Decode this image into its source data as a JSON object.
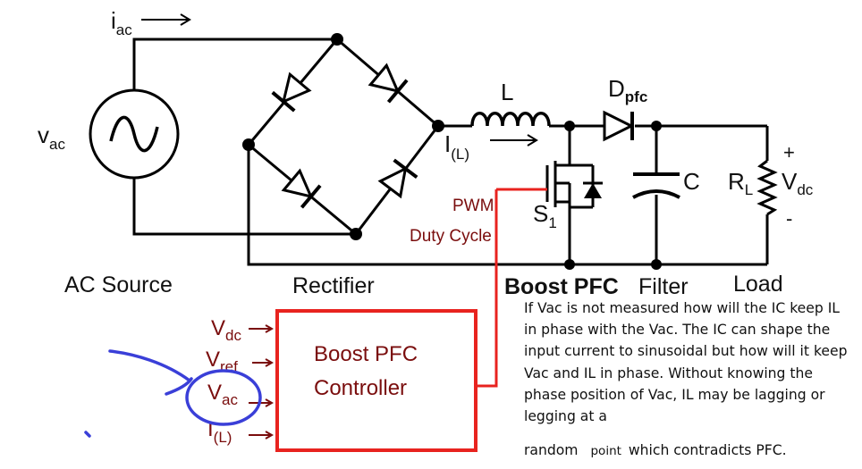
{
  "labels": {
    "iac_main": "i",
    "iac_sub": "ac",
    "vac_main": "v",
    "vac_sub": "ac",
    "inductor": "L",
    "dpfc_main": "D",
    "dpfc_sub": "pfc",
    "il_main": "I",
    "il_sub": "(L)",
    "pwm": "PWM",
    "duty": "Duty Cycle",
    "s1_main": "S",
    "s1_sub": "1",
    "capacitor": "C",
    "rl_main": "R",
    "rl_sub": "L",
    "vdc_main": "V",
    "vdc_sub": "dc",
    "plus": "+",
    "minus": "-"
  },
  "sections": {
    "ac_source": "AC Source",
    "rectifier": "Rectifier",
    "boost_pfc": "Boost PFC",
    "filter": "Filter",
    "load": "Load"
  },
  "controller": {
    "line1": "Boost PFC",
    "line2": "Controller",
    "inputs": [
      {
        "main": "V",
        "sub": "dc"
      },
      {
        "main": "V",
        "sub": "ref"
      },
      {
        "main": "V",
        "sub": "ac"
      },
      {
        "main": "I",
        "sub": "(L)"
      }
    ]
  },
  "note": {
    "text": "If Vac is not measured how will the IC keep IL in phase with the Vac. The IC can shape the input current to sinusoidal but how will it keep Vac and IL in phase. Without knowing the phase position of Vac, IL may be lagging or legging at a",
    "last_a": "random",
    "last_point": "point",
    "last_b": "which contradicts PFC."
  },
  "colors": {
    "wire": "#000000",
    "controller_border": "#e8231f",
    "controller_text": "#7a0d0d",
    "annotation": "#3a3fd8"
  }
}
